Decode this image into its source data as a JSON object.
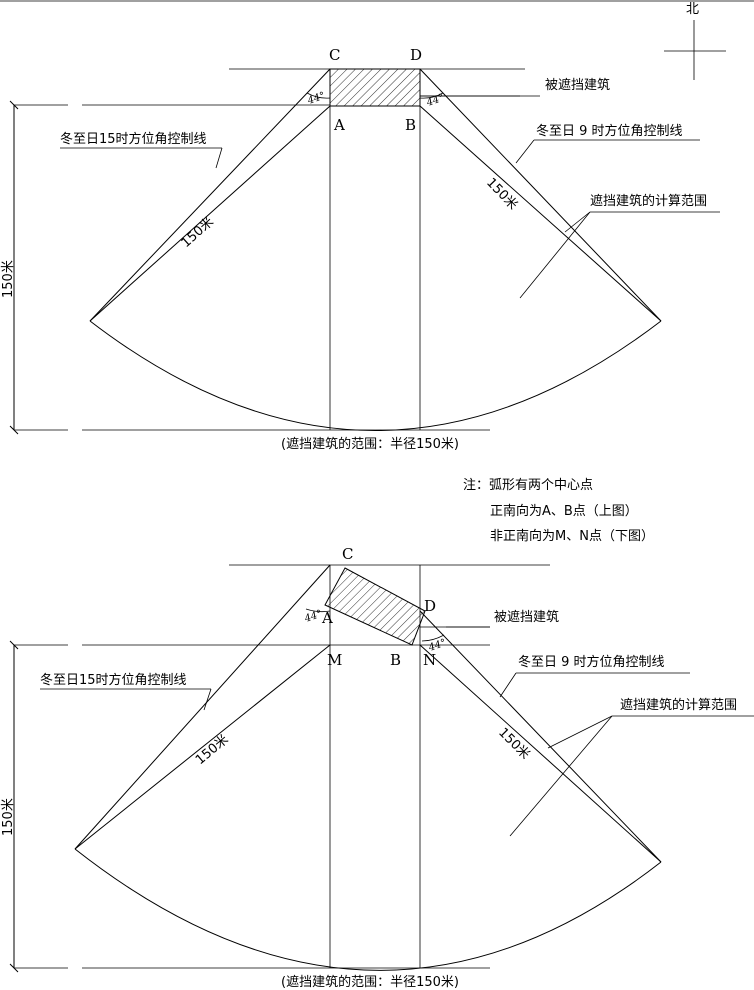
{
  "north": {
    "label": "北"
  },
  "top": {
    "points": {
      "c": "C",
      "d": "D",
      "a": "A",
      "b": "B"
    },
    "angle_left": "44°",
    "angle_right": "44°",
    "building_label": "被遮挡建筑",
    "line15_label": "冬至日15时方位角控制线",
    "line9_label": "冬至日 9 时方位角控制线",
    "range_label": "遮挡建筑的计算范围",
    "radius_left": "150米",
    "radius_right": "150米",
    "dimension": "150米",
    "caption": "(遮挡建筑的范围：半径150米)"
  },
  "note": {
    "lines": [
      "注：弧形有两个中心点",
      "正南向为A、B点（上图）",
      "非正南向为M、N点（下图）"
    ]
  },
  "bottom": {
    "points": {
      "c": "C",
      "d": "D",
      "a": "A",
      "b": "B",
      "m": "M",
      "n": "N"
    },
    "angle_left": "44°",
    "angle_right": "44°",
    "building_label": "被遮挡建筑",
    "line15_label": "冬至日15时方位角控制线",
    "line9_label": "冬至日 9 时方位角控制线",
    "range_label": "遮挡建筑的计算范围",
    "radius_left": "150米",
    "radius_right": "150米",
    "dimension": "150米",
    "caption": "(遮挡建筑的范围：半径150米)"
  }
}
